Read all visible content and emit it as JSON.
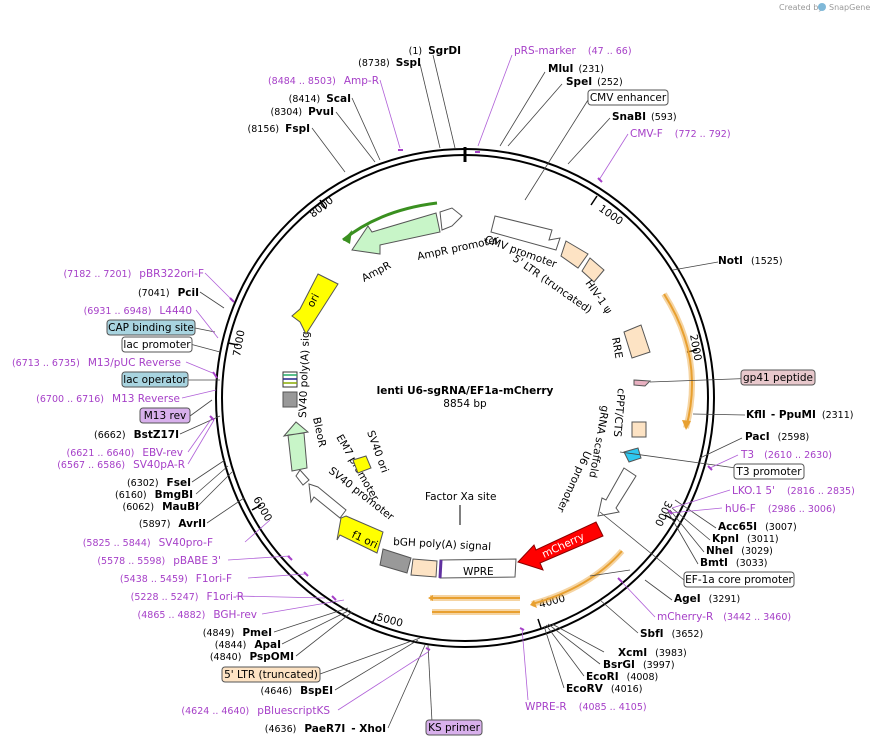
{
  "credit": {
    "created_by": "Created by",
    "brand": "SnapGene"
  },
  "plasmid": {
    "name": "lenti U6-sgRNA/EF1a-mCherry",
    "size": "8854 bp"
  },
  "ticks": [
    "1000",
    "2000",
    "3000",
    "4000",
    "5000",
    "6000",
    "7000",
    "8000"
  ],
  "sites_right": [
    {
      "pre": "",
      "name": "MluI",
      "pos": "(231)"
    },
    {
      "pre": "",
      "name": "SpeI",
      "pos": "(252)"
    },
    {
      "pre": "",
      "name": "SnaBI",
      "pos": "(593)"
    },
    {
      "pre": "",
      "name": "NotI",
      "pos": "(1525)"
    },
    {
      "pre": "",
      "name": "KflI",
      "post": "- PpuMI",
      "pos": "(2311)"
    },
    {
      "pre": "",
      "name": "PacI",
      "pos": "(2598)"
    },
    {
      "pre": "",
      "name": "Acc65I",
      "pos": "(3007)"
    },
    {
      "pre": "",
      "name": "KpnI",
      "pos": "(3011)"
    },
    {
      "pre": "",
      "name": "NheI",
      "pos": "(3029)"
    },
    {
      "pre": "",
      "name": "BmtI",
      "pos": "(3033)"
    },
    {
      "pre": "",
      "name": "AgeI",
      "pos": "(3291)"
    },
    {
      "pre": "",
      "name": "SbfI",
      "pos": "(3652)"
    },
    {
      "pre": "",
      "name": "XcmI",
      "pos": "(3983)"
    },
    {
      "pre": "",
      "name": "BsrGI",
      "pos": "(3997)"
    },
    {
      "pre": "",
      "name": "EcoRI",
      "pos": "(4008)"
    },
    {
      "pre": "",
      "name": "EcoRV",
      "pos": "(4016)"
    }
  ],
  "sites_left": [
    {
      "pos": "(1)",
      "name": "SgrDI"
    },
    {
      "pos": "(8738)",
      "name": "SspI"
    },
    {
      "pos": "(8414)",
      "name": "ScaI"
    },
    {
      "pos": "(8304)",
      "name": "PvuI"
    },
    {
      "pos": "(8156)",
      "name": "FspI"
    },
    {
      "pos": "(7041)",
      "name": "PciI"
    },
    {
      "pos": "(6662)",
      "name": "BstZ17I"
    },
    {
      "pos": "(6302)",
      "name": "FseI"
    },
    {
      "pos": "(6160)",
      "name": "BmgBI"
    },
    {
      "pos": "(6062)",
      "name": "MauBI"
    },
    {
      "pos": "(5897)",
      "name": "AvrII"
    },
    {
      "pos": "(4849)",
      "name": "PmeI"
    },
    {
      "pos": "(4844)",
      "name": "ApaI"
    },
    {
      "pos": "(4840)",
      "name": "PspOMI"
    },
    {
      "pos": "(4646)",
      "name": "BspEI"
    },
    {
      "pos": "(4636)",
      "name": "PaeR7I",
      "post": "- XhoI"
    }
  ],
  "primers_right": [
    {
      "name": "pRS-marker",
      "pos": "(47 .. 66)"
    },
    {
      "name": "CMV-F",
      "pos": "(772 .. 792)"
    },
    {
      "name": "T3",
      "pos": "(2610 .. 2630)"
    },
    {
      "name": "LKO.1 5'",
      "pos": "(2816 .. 2835)"
    },
    {
      "name": "hU6-F",
      "pos": "(2986 .. 3006)"
    },
    {
      "name": "mCherry-R",
      "pos": "(3442 .. 3460)"
    },
    {
      "name": "WPRE-R",
      "pos": "(4085 .. 4105)"
    }
  ],
  "primers_left": [
    {
      "pos": "(8484 .. 8503)",
      "name": "Amp-R"
    },
    {
      "pos": "(7182 .. 7201)",
      "name": "pBR322ori-F"
    },
    {
      "pos": "(6931 .. 6948)",
      "name": "L4440"
    },
    {
      "pos": "(6713 .. 6735)",
      "name": "M13/pUC Reverse"
    },
    {
      "pos": "(6700 .. 6716)",
      "name": "M13 Reverse"
    },
    {
      "pos": "(6621 .. 6640)",
      "name": "EBV-rev"
    },
    {
      "pos": "(6567 .. 6586)",
      "name": "SV40pA-R"
    },
    {
      "pos": "(5825 .. 5844)",
      "name": "SV40pro-F"
    },
    {
      "pos": "(5578 .. 5598)",
      "name": "pBABE 3'"
    },
    {
      "pos": "(5438 .. 5459)",
      "name": "F1ori-F"
    },
    {
      "pos": "(5228 .. 5247)",
      "name": "F1ori-R"
    },
    {
      "pos": "(4865 .. 4882)",
      "name": "BGH-rev"
    },
    {
      "pos": "(4624 .. 4640)",
      "name": "pBluescriptKS"
    }
  ],
  "boxed_features": [
    {
      "name": "CMV enhancer",
      "fill": "#ffffff"
    },
    {
      "name": "gp41 peptide",
      "fill": "#e8c8cc"
    },
    {
      "name": "T3 promoter",
      "fill": "#ffffff"
    },
    {
      "name": "EF-1a core promoter",
      "fill": "#ffffff"
    },
    {
      "name": "CAP binding site",
      "fill": "#a8d4e0"
    },
    {
      "name": "lac promoter",
      "fill": "#ffffff"
    },
    {
      "name": "lac operator",
      "fill": "#a8d4e0"
    },
    {
      "name": "M13 rev",
      "fill": "#d8b0ec"
    },
    {
      "name": "5' LTR (truncated)",
      "fill": "#fde3c4"
    },
    {
      "name": "KS primer",
      "fill": "#d8b0ec"
    }
  ],
  "inner_labels": [
    "CMV promoter",
    "5' LTR (truncated)",
    "HIV-1 ψ",
    "RRE",
    "cPPT/CTS",
    "gRNA scaffold",
    "U6 promoter",
    "mCherry",
    "WPRE",
    "bGH poly(A) signal",
    "f1 ori",
    "SV40 promoter",
    "EM7 promoter",
    "BleoR",
    "SV40 ori",
    "SV40 poly(A) signal",
    "ori",
    "AmpR",
    "AmpR promoter",
    "Factor Xa site"
  ],
  "colors": {
    "primer": "#a640c8",
    "amp": "#c8f5c8",
    "ori": "#ffff00",
    "mcherry": "#ff0000",
    "ltr": "#fde3c4",
    "orf_arrow": "#e8a030"
  }
}
